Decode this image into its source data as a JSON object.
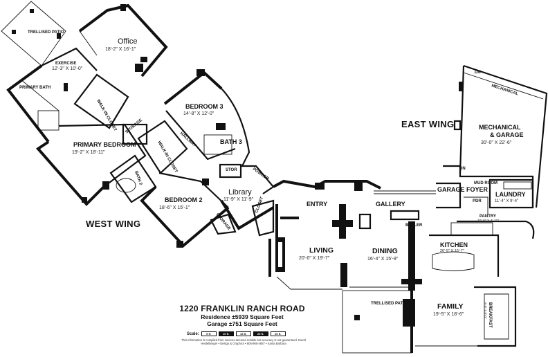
{
  "address": {
    "title": "1220 FRANKLIN RANCH ROAD",
    "residence": "Residence ±5939 Square Feet",
    "garage": "Garage ±751 Square Feet"
  },
  "scale": {
    "label": "Scale:",
    "segments": [
      "5 ft.",
      "10 ft.",
      "15 ft.",
      "20 ft.",
      "25 ft."
    ]
  },
  "footnote": "This information is compiled from sources deemed reliable but accuracy is not guaranteed. David Heidelberger • Design & Graphics • 805-965-4657 • Santa Barbara",
  "wings": {
    "west": "WEST WING",
    "east": "EAST WING"
  },
  "rooms": {
    "trellised_patio_top": {
      "name": "TRELLISED PATIO"
    },
    "office": {
      "name": "Office",
      "dim": "18'-2\" X 16'-1\""
    },
    "exercise": {
      "name": "EXERCISE",
      "dim": "12'-3\" X 10'-0\""
    },
    "primary_bath": {
      "name": "PRIMARY BATH"
    },
    "walkin_closet_1": {
      "name": "WALK-IN CLOSET"
    },
    "bedroom3": {
      "name": "BEDROOM 3",
      "dim": "14'-8\" X 12'-0\""
    },
    "primary_bedroom": {
      "name": "PRIMARY BEDROOM",
      "dim": "19'-2\" X 18'-11\""
    },
    "storage": {
      "name": "STORAGE"
    },
    "walkin_closet_2": {
      "name": "WALK-IN CLOSET"
    },
    "hallway": {
      "name": "HALLWAY"
    },
    "bath3": {
      "name": "BATH 3"
    },
    "bath2": {
      "name": "BATH 2"
    },
    "bedroom2": {
      "name": "BEDROOM 2",
      "dim": "18'-6\" X 15'-1\""
    },
    "stor": {
      "name": "STOR"
    },
    "powder": {
      "name": "POWDER"
    },
    "library": {
      "name": "Library",
      "dim": "11'-9\" X 11'-9\""
    },
    "closet": {
      "name": "CLOSET"
    },
    "storage2": {
      "name": "STORAGE"
    },
    "entry": {
      "name": "ENTRY"
    },
    "gallery": {
      "name": "GALLERY"
    },
    "butler": {
      "name": "BUTLER"
    },
    "living": {
      "name": "LIVING",
      "dim": "20'-0\" X 19'-7\""
    },
    "dining": {
      "name": "DINING",
      "dim": "16'-4\" X 15'-9\""
    },
    "kitchen": {
      "name": "KITCHEN",
      "dim": "26'-5\" X 15'-7\""
    },
    "family": {
      "name": "FAMILY",
      "dim": "19'-5\" X 18'-6\""
    },
    "breakfast": {
      "name": "BREAKFAST",
      "dim": "9'-0\" X 8'-0\""
    },
    "trellised_patio_bottom": {
      "name": "TRELLISED PATIO"
    },
    "garage_foyer": {
      "name": "GARAGE FOYER"
    },
    "mud_room": {
      "name": "MUD ROOM"
    },
    "pdr": {
      "name": "PDR"
    },
    "laundry": {
      "name": "LAUNDRY",
      "dim": "11'-4\" X 9'-4\""
    },
    "pantry": {
      "name": "PANTRY",
      "dim": "10'-9\" X 4'-11\""
    },
    "mechanical": {
      "name": "MECHANICAL"
    },
    "mech_garage": {
      "name1": "MECHANICAL",
      "name2": "& GARAGE",
      "dim": "30'-0\" X 22'-6\""
    },
    "dn1": {
      "name": "DN"
    },
    "dn2": {
      "name": "DN"
    }
  }
}
